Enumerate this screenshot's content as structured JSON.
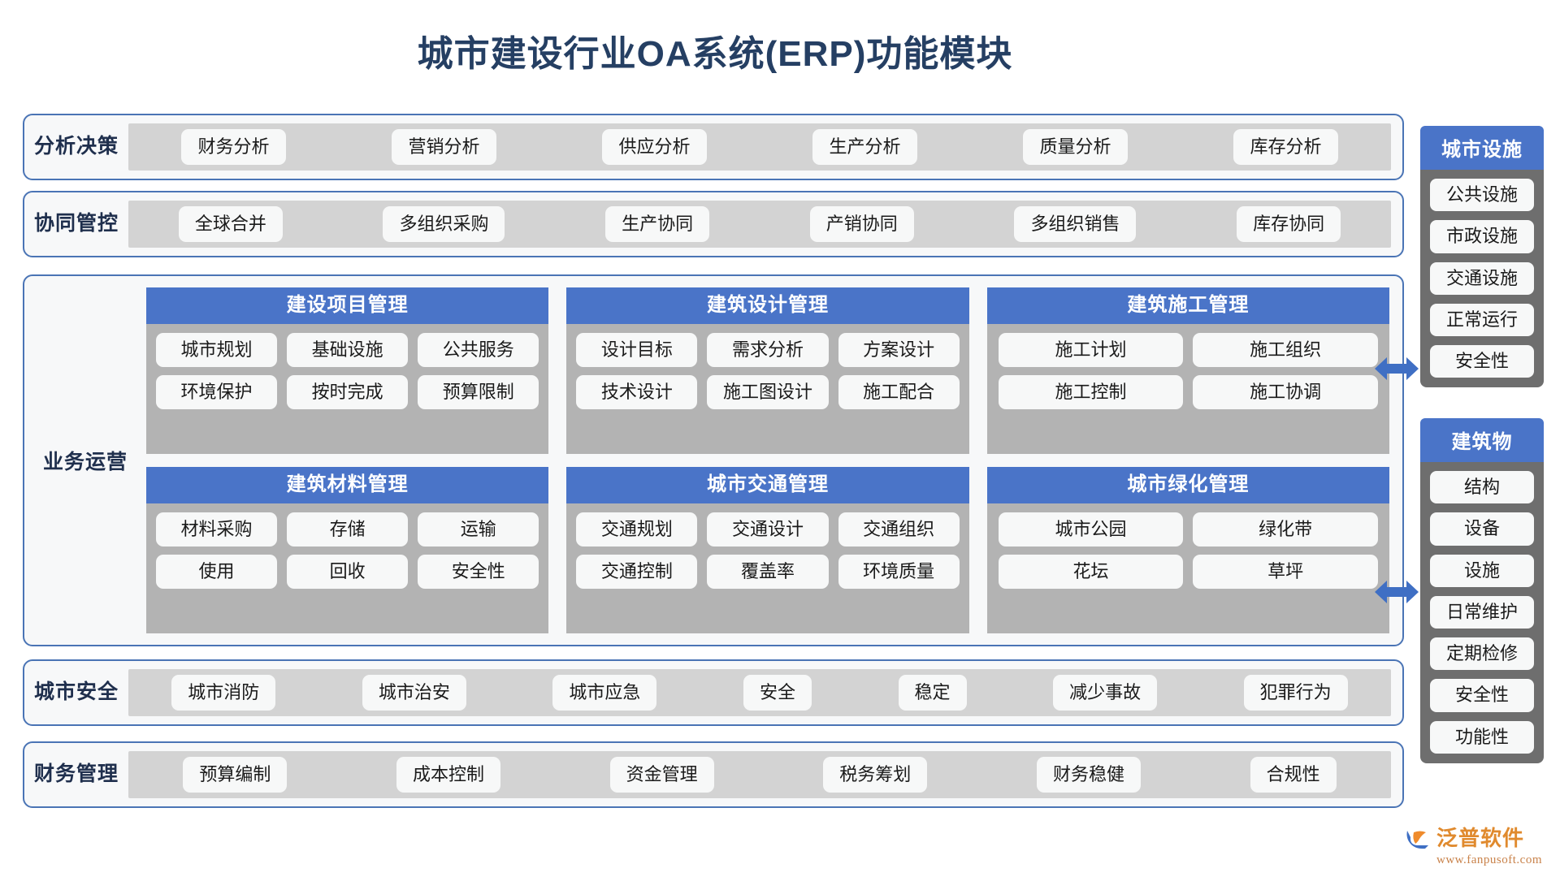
{
  "page": {
    "title": "城市建设行业OA系统(ERP)功能模块",
    "accent_blue": "#4a74c8",
    "border_blue": "#4a74b5",
    "title_navy": "#253f63",
    "strip_gray": "#d3d3d3",
    "module_body_gray": "#b3b3b3",
    "side_panel_gray": "#6e6e6e",
    "chip_bg": "#f7f8f8"
  },
  "rows": {
    "analysis": {
      "label": "分析决策",
      "chips": [
        "财务分析",
        "营销分析",
        "供应分析",
        "生产分析",
        "质量分析",
        "库存分析"
      ]
    },
    "collaboration": {
      "label": "协同管控",
      "chips": [
        "全球合并",
        "多组织采购",
        "生产协同",
        "产销协同",
        "多组织销售",
        "库存协同"
      ]
    },
    "safety": {
      "label": "城市安全",
      "chips": [
        "城市消防",
        "城市治安",
        "城市应急",
        "安全",
        "稳定",
        "减少事故",
        "犯罪行为"
      ]
    },
    "finance": {
      "label": "财务管理",
      "chips": [
        "预算编制",
        "成本控制",
        "资金管理",
        "税务筹划",
        "财务稳健",
        "合规性"
      ]
    }
  },
  "business": {
    "label": "业务运营",
    "modules": [
      {
        "title": "建设项目管理",
        "rows": [
          [
            "城市规划",
            "基础设施",
            "公共服务"
          ],
          [
            "环境保护",
            "按时完成",
            "预算限制"
          ]
        ]
      },
      {
        "title": "建筑设计管理",
        "rows": [
          [
            "设计目标",
            "需求分析",
            "方案设计"
          ],
          [
            "技术设计",
            "施工图设计",
            "施工配合"
          ]
        ]
      },
      {
        "title": "建筑施工管理",
        "rows": [
          [
            "施工计划",
            "施工组织"
          ],
          [
            "施工控制",
            "施工协调"
          ]
        ]
      },
      {
        "title": "建筑材料管理",
        "rows": [
          [
            "材料采购",
            "存储",
            "运输"
          ],
          [
            "使用",
            "回收",
            "安全性"
          ]
        ]
      },
      {
        "title": "城市交通管理",
        "rows": [
          [
            "交通规划",
            "交通设计",
            "交通组织"
          ],
          [
            "交通控制",
            "覆盖率",
            "环境质量"
          ]
        ]
      },
      {
        "title": "城市绿化管理",
        "rows": [
          [
            "城市公园",
            "绿化带"
          ],
          [
            "花坛",
            "草坪"
          ]
        ]
      }
    ]
  },
  "side_panels": [
    {
      "title": "城市设施",
      "chips": [
        "公共设施",
        "市政设施",
        "交通设施",
        "正常运行",
        "安全性"
      ]
    },
    {
      "title": "建筑物",
      "chips": [
        "结构",
        "设备",
        "设施",
        "日常维护",
        "定期检修",
        "安全性",
        "功能性"
      ]
    }
  ],
  "logo": {
    "name": "泛普软件",
    "url": "www.fanpusoft.com"
  }
}
